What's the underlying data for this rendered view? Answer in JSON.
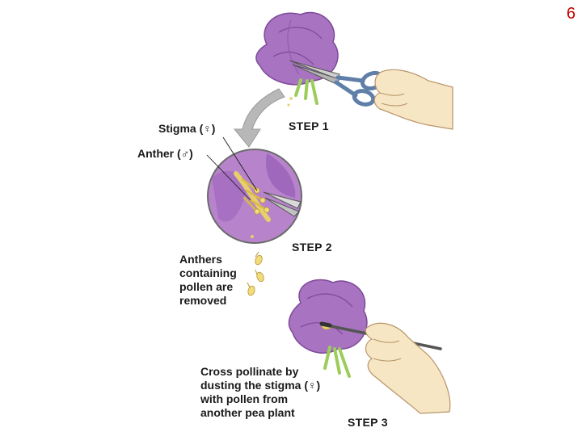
{
  "slide": {
    "page_number": "6"
  },
  "steps": {
    "step1": "STEP 1",
    "step2": "STEP 2",
    "step3": "STEP 3"
  },
  "labels": {
    "stigma": "Stigma (♀)",
    "anther": "Anther (♂)",
    "anthers_removed": [
      "Anthers",
      "containing",
      "pollen are",
      "removed"
    ],
    "cross_pollinate": [
      "Cross pollinate by",
      "dusting the stigma (♀)",
      "with pollen from",
      "another pea plant"
    ]
  },
  "colors": {
    "petal": "#a874c2",
    "petal_dark": "#7d4a98",
    "sepal": "#9ccc5a",
    "anther": "#e7cf6a",
    "skin": "#f7e6c4",
    "scissors_handle": "#5f7fa8",
    "arrow": "#b8b8b8",
    "page_number": "#c00000"
  }
}
